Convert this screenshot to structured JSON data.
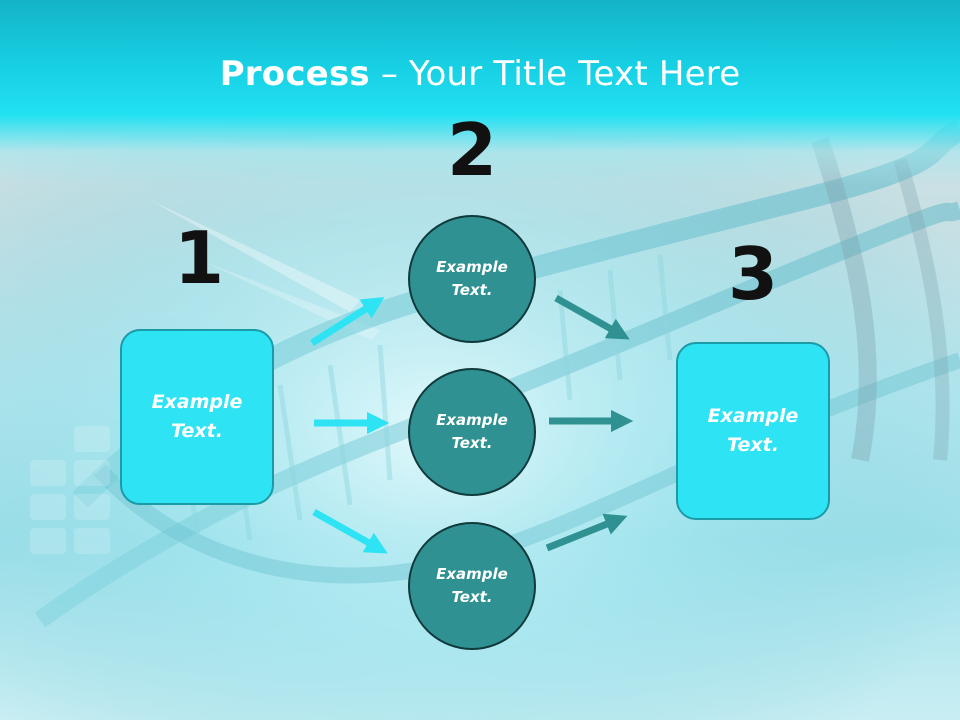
{
  "title": {
    "bold": "Process",
    "rest": " – Your Title Text Here"
  },
  "steps": [
    {
      "number": "1"
    },
    {
      "number": "2"
    },
    {
      "number": "3"
    }
  ],
  "left_box": {
    "text": "Example\nText."
  },
  "circles": [
    {
      "text": "Example\nText."
    },
    {
      "text": "Example\nText."
    },
    {
      "text": "Example\nText."
    }
  ],
  "right_box": {
    "text": "Example\nText."
  },
  "colors": {
    "header": "#17cfe3",
    "box_fill": "#2ee3f3",
    "circle_fill": "#2f9192",
    "arrow_light": "#2ee3f3",
    "arrow_dark": "#2f9192",
    "number_text": "#111111"
  }
}
